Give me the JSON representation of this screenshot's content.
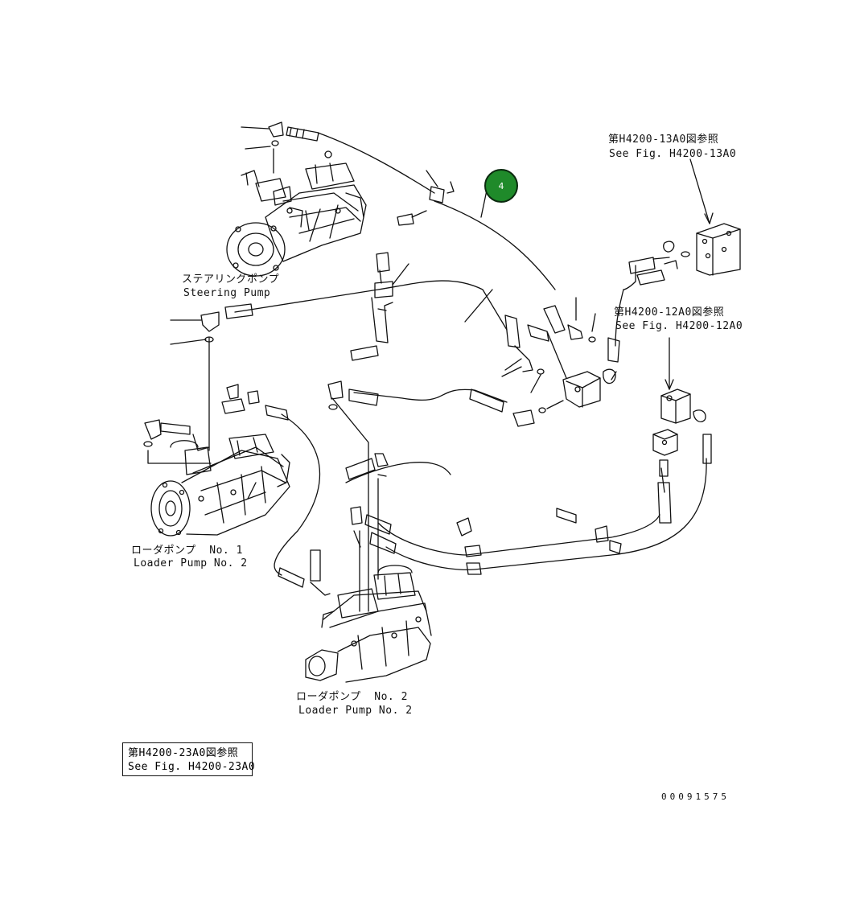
{
  "callout": {
    "label": "4",
    "color": "#1f8a2a"
  },
  "labels": {
    "steering_pump_jp": "ステアリングポンプ",
    "steering_pump_en": "Steering Pump",
    "loader_pump1_jp": "ローダポンプ  No. 1",
    "loader_pump1_en": "Loader Pump No. 2",
    "loader_pump2_jp": "ローダポンプ  No. 2",
    "loader_pump2_en": "Loader Pump No. 2",
    "ref_13a0_jp": "第H4200-13A0図参照",
    "ref_13a0_en": "See Fig. H4200-13A0",
    "ref_12a0_jp": "第H4200-12A0図参照",
    "ref_12a0_en": "See Fig. H4200-12A0",
    "ref_23a0_jp": "第H4200-23A0図参照",
    "ref_23a0_en": "See Fig. H4200-23A0"
  },
  "drawing_number": "00091575"
}
